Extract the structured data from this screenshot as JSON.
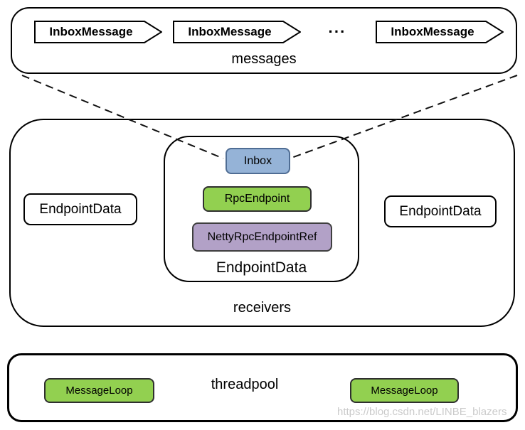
{
  "colors": {
    "inbox_blue": "#95b3d7",
    "endpoint_green": "#92d050",
    "netty_purple": "#b2a1c7",
    "outline_black": "#000000",
    "watermark_gray": "#cbcbcb"
  },
  "messages_group": {
    "label": "messages",
    "ellipsis": "···",
    "items": [
      {
        "label": "InboxMessage"
      },
      {
        "label": "InboxMessage"
      },
      {
        "label": "InboxMessage"
      }
    ]
  },
  "receivers_group": {
    "label": "receivers",
    "left_endpoint": {
      "label": "EndpointData"
    },
    "right_endpoint": {
      "label": "EndpointData"
    },
    "center_endpoint": {
      "label": "EndpointData",
      "inbox": {
        "label": "Inbox"
      },
      "rpc_endpoint": {
        "label": "RpcEndpoint"
      },
      "netty_rpc_endpoint_ref": {
        "label": "NettyRpcEndpointRef"
      }
    }
  },
  "threadpool_group": {
    "label": "threadpool",
    "message_loops": [
      {
        "label": "MessageLoop"
      },
      {
        "label": "MessageLoop"
      }
    ]
  },
  "watermark": "https://blog.csdn.net/LINBE_blazers"
}
